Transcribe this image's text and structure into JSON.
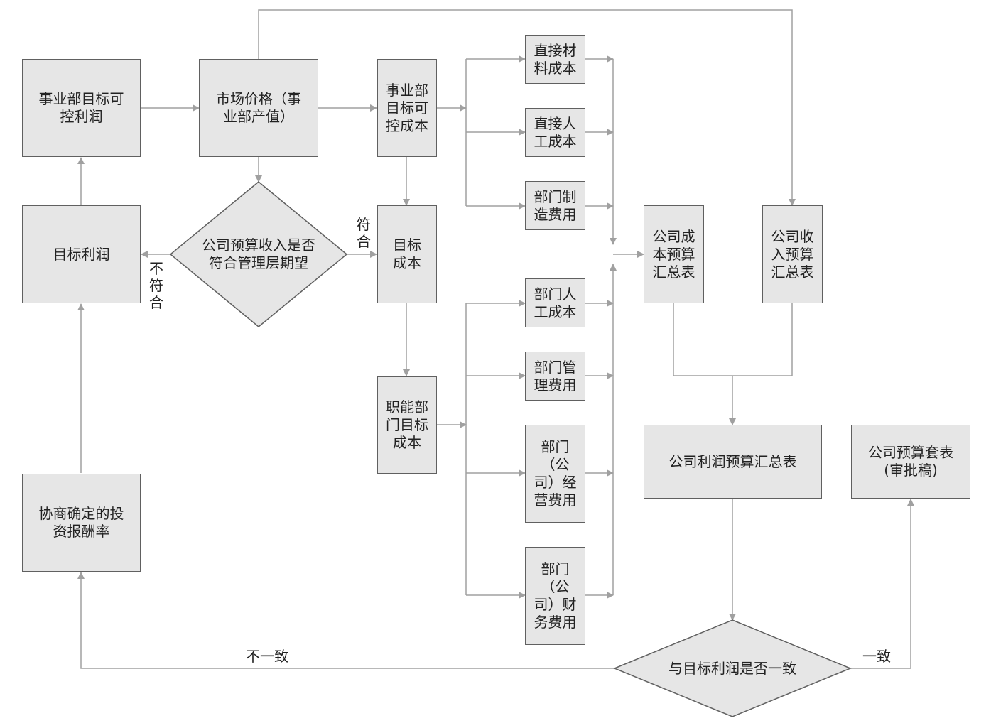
{
  "nodes": {
    "division_controllable_profit": "事业部目标可\n控利润",
    "market_price": "市场价格（事\n业部产值）",
    "division_controllable_cost": "事业部\n目标可\n控成本",
    "direct_material_cost": "直接材\n料成本",
    "direct_labor_cost": "直接人\n工成本",
    "dept_manufacturing_expense": "部门制\n造费用",
    "target_profit": "目标利润",
    "revenue_decision": "公司预算收入是否\n符合管理层期望",
    "target_cost": "目标\n成本",
    "company_cost_summary": "公司成\n本预算\n汇总表",
    "company_revenue_summary": "公司收\n入预算\n汇总表",
    "dept_labor_cost": "部门人\n工成本",
    "dept_admin_expense": "部门管\n理费用",
    "functional_dept_cost": "职能部\n门目标\n成本",
    "dept_operating_expense": "部门\n（公\n司）经\n营费用",
    "dept_finance_expense": "部门\n（公\n司）财\n务费用",
    "company_profit_summary": "公司利润预算汇总表",
    "company_budget_package": "公司预算套表\n(审批稿)",
    "negotiated_return_rate": "协商确定的投\n资报酬率",
    "profit_consistency_decision": "与目标利润是否一致"
  },
  "edge_labels": {
    "meets": "符\n合",
    "not_meets": "不\n符\n合",
    "inconsistent": "不一致",
    "consistent": "一致"
  },
  "colors": {
    "box_fill": "#e6e6e6",
    "box_border": "#606060",
    "line": "#a0a0a0",
    "text": "#222222"
  }
}
